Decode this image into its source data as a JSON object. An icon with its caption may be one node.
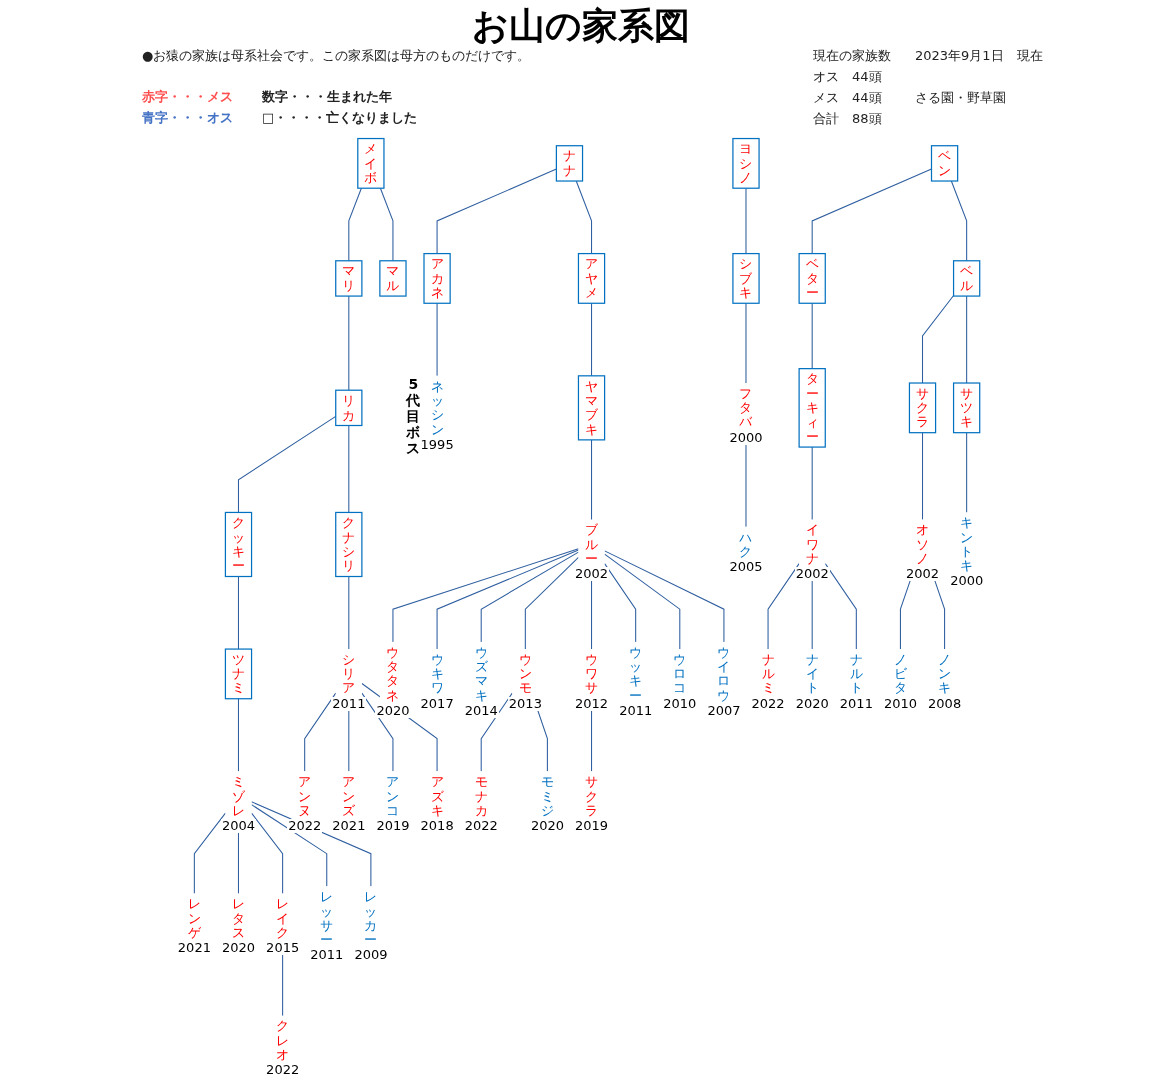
{
  "diagram": {
    "title": "お山の家系図",
    "nodes": [
      {
        "text": [
          "メイボ"
        ]
      },
      {
        "text": [
          "マリ"
        ]
      },
      {
        "text": [
          "マル"
        ]
      },
      {
        "text": [
          "リカ"
        ]
      },
      {
        "text": [
          "クッキー"
        ]
      },
      {
        "text": [
          "クナシリ"
        ]
      },
      {
        "text": [
          "ツナミ"
        ]
      },
      {
        "text": [
          "ミゾレ"
        ],
        "beside": [
          "2004"
        ]
      },
      {
        "text": [
          "レンゲ"
        ],
        "beside": [
          "2021"
        ]
      },
      {
        "text": [
          "レタス"
        ],
        "beside": [
          "2020"
        ]
      },
      {
        "text": [
          "レイク"
        ],
        "beside": [
          "2015"
        ]
      },
      {
        "text": [
          "レッサー"
        ],
        "beside": [
          "2011"
        ]
      },
      {
        "text": [
          "レッカー"
        ],
        "beside": [
          "2009"
        ]
      },
      {
        "text": [
          "クレオ"
        ],
        "beside": [
          "2022"
        ]
      },
      {
        "text": [
          "シリア"
        ],
        "beside": [
          "2011"
        ]
      },
      {
        "text": [
          "アンヌ"
        ],
        "beside": [
          "2022"
        ]
      },
      {
        "text": [
          "アンズ"
        ],
        "beside": [
          "2021"
        ]
      },
      {
        "text": [
          "アンコ"
        ],
        "beside": [
          "2019"
        ]
      },
      {
        "text": [
          "アズキ"
        ],
        "beside": [
          "2018"
        ]
      },
      {
        "text": [
          "ナナ"
        ]
      },
      {
        "text": [
          "アカネ"
        ]
      },
      {
        "text": [
          "アヤメ"
        ]
      },
      {
        "text": [
          "ネッシン"
        ],
        "beside": [
          "5代目ボス",
          "1995"
        ]
      },
      {
        "text": [
          "ヤマブキ"
        ]
      },
      {
        "text": [
          "ブルー"
        ],
        "beside": [
          "2002"
        ]
      },
      {
        "text": [
          "ウタタネ"
        ],
        "beside": [
          "2020"
        ]
      },
      {
        "text": [
          "ウキワ"
        ],
        "beside": [
          "2017"
        ]
      },
      {
        "text": [
          "ウズマキ"
        ],
        "beside": [
          "2014"
        ]
      },
      {
        "text": [
          "ウンモ"
        ],
        "beside": [
          "2013"
        ]
      },
      {
        "text": [
          "ウワサ"
        ],
        "beside": [
          "2012"
        ]
      },
      {
        "text": [
          "ウッキー"
        ],
        "beside": [
          "2011"
        ]
      },
      {
        "text": [
          "ウロコ"
        ],
        "beside": [
          "2010"
        ]
      },
      {
        "text": [
          "ウイロウ"
        ],
        "beside": [
          "2007"
        ]
      },
      {
        "text": [
          "モナカ"
        ],
        "beside": [
          "2022"
        ]
      },
      {
        "text": [
          "モミジ"
        ],
        "beside": [
          "2020"
        ]
      },
      {
        "text": [
          "サクラ"
        ],
        "beside": [
          "2019"
        ]
      },
      {
        "text": [
          "ヨシノ"
        ]
      },
      {
        "text": [
          "シブキ"
        ]
      },
      {
        "text": [
          "フタバ"
        ],
        "beside": [
          "2000"
        ]
      },
      {
        "text": [
          "ハク"
        ],
        "beside": [
          "2005"
        ]
      },
      {
        "text": [
          "ベン"
        ]
      },
      {
        "text": [
          "ベター"
        ]
      },
      {
        "text": [
          "ベル"
        ]
      },
      {
        "text": [
          "ターキィー"
        ]
      },
      {
        "text": [
          "イワナ"
        ],
        "beside": [
          "2002"
        ]
      },
      {
        "text": [
          "サクラ"
        ]
      },
      {
        "text": [
          "サツキ"
        ]
      },
      {
        "text": [
          "オソノ"
        ],
        "beside": [
          "2002"
        ]
      },
      {
        "text": [
          "キントキ"
        ],
        "beside": [
          "2000"
        ]
      },
      {
        "text": [
          "ナルミ"
        ],
        "beside": [
          "2022"
        ]
      },
      {
        "text": [
          "ナイト"
        ],
        "beside": [
          "2020"
        ]
      },
      {
        "text": [
          "ナルト"
        ],
        "beside": [
          "2011"
        ]
      },
      {
        "text": [
          "ノビタ"
        ],
        "beside": [
          "2010"
        ]
      },
      {
        "text": [
          "ノンキ"
        ],
        "beside": [
          "2008"
        ]
      }
    ],
    "edges": [
      {
        "from": 0,
        "to": 1,
        "arrow": "none"
      },
      {
        "from": 0,
        "to": 2,
        "arrow": "none"
      },
      {
        "from": 1,
        "to": 3,
        "arrow": "none"
      },
      {
        "from": 3,
        "to": 4,
        "arrow": "none"
      },
      {
        "from": 3,
        "to": 5,
        "arrow": "none"
      },
      {
        "from": 4,
        "to": 6,
        "arrow": "none"
      },
      {
        "from": 6,
        "to": 7,
        "arrow": "none"
      },
      {
        "from": 7,
        "to": 8,
        "arrow": "none"
      },
      {
        "from": 7,
        "to": 9,
        "arrow": "none"
      },
      {
        "from": 7,
        "to": 10,
        "arrow": "none"
      },
      {
        "from": 7,
        "to": 11,
        "arrow": "none"
      },
      {
        "from": 7,
        "to": 12,
        "arrow": "none"
      },
      {
        "from": 10,
        "to": 13,
        "arrow": "none"
      },
      {
        "from": 5,
        "to": 14,
        "arrow": "none"
      },
      {
        "from": 14,
        "to": 15,
        "arrow": "none"
      },
      {
        "from": 14,
        "to": 16,
        "arrow": "none"
      },
      {
        "from": 14,
        "to": 17,
        "arrow": "none"
      },
      {
        "from": 14,
        "to": 18,
        "arrow": "none"
      },
      {
        "from": 19,
        "to": 20,
        "arrow": "none"
      },
      {
        "from": 19,
        "to": 21,
        "arrow": "none"
      },
      {
        "from": 20,
        "to": 22,
        "arrow": "none"
      },
      {
        "from": 21,
        "to": 23,
        "arrow": "none"
      },
      {
        "from": 23,
        "to": 24,
        "arrow": "none"
      },
      {
        "from": 24,
        "to": 25,
        "arrow": "none"
      },
      {
        "from": 24,
        "to": 26,
        "arrow": "none"
      },
      {
        "from": 24,
        "to": 27,
        "arrow": "none"
      },
      {
        "from": 24,
        "to": 28,
        "arrow": "none"
      },
      {
        "from": 24,
        "to": 29,
        "arrow": "none"
      },
      {
        "from": 24,
        "to": 30,
        "arrow": "none"
      },
      {
        "from": 24,
        "to": 31,
        "arrow": "none"
      },
      {
        "from": 24,
        "to": 32,
        "arrow": "none"
      },
      {
        "from": 28,
        "to": 33,
        "arrow": "none"
      },
      {
        "from": 28,
        "to": 34,
        "arrow": "none"
      },
      {
        "from": 29,
        "to": 35,
        "arrow": "none"
      },
      {
        "from": 36,
        "to": 37,
        "arrow": "none"
      },
      {
        "from": 37,
        "to": 38,
        "arrow": "none"
      },
      {
        "from": 38,
        "to": 39,
        "arrow": "none"
      },
      {
        "from": 40,
        "to": 41,
        "arrow": "none"
      },
      {
        "from": 40,
        "to": 42,
        "arrow": "none"
      },
      {
        "from": 41,
        "to": 43,
        "arrow": "none"
      },
      {
        "from": 43,
        "to": 44,
        "arrow": "none"
      },
      {
        "from": 42,
        "to": 45,
        "arrow": "none"
      },
      {
        "from": 42,
        "to": 46,
        "arrow": "none"
      },
      {
        "from": 45,
        "to": 47,
        "arrow": "none"
      },
      {
        "from": 46,
        "to": 48,
        "arrow": "none"
      },
      {
        "from": 44,
        "to": 49,
        "arrow": "none"
      },
      {
        "from": 44,
        "to": 50,
        "arrow": "none"
      },
      {
        "from": 44,
        "to": 51,
        "arrow": "none"
      },
      {
        "from": 47,
        "to": 52,
        "arrow": "none"
      },
      {
        "from": 47,
        "to": 53,
        "arrow": "none"
      }
    ],
    "labels": [
      "●お猿の家族は母系社会です。この家系図は母方のものだけです。",
      "現在の家族数",
      "2023年9月1日　現在",
      "オス　44頭",
      "メス　44頭",
      "さる園・野草園",
      "合計　88頭"
    ],
    "legend": [
      {
        "text": "赤字・・・メス",
        "color": "#ff5050"
      },
      {
        "text": "数字・・・生まれた年"
      },
      {
        "text": "青字・・・オス",
        "color": "#4472c4"
      },
      {
        "text": "□・・・・亡くなりました"
      }
    ]
  }
}
